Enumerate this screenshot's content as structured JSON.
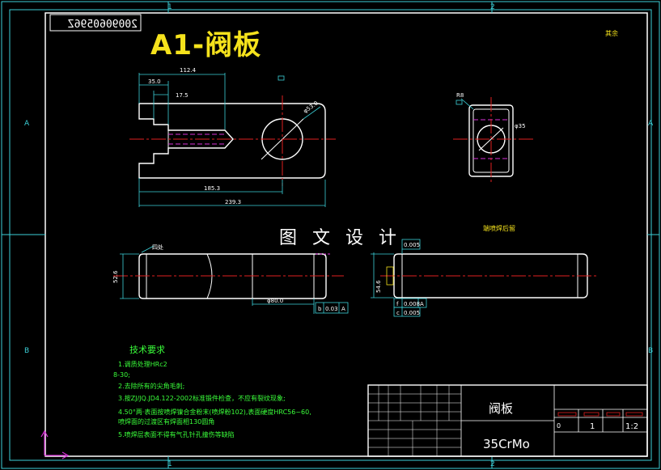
{
  "drawing": {
    "title_banner": "A1-阀板",
    "watermark": "图 文 设 计",
    "drawing_number_mirrored": "2009060596Z",
    "corner_note": "其余",
    "zone_numbers": [
      "1",
      "2"
    ],
    "zone_letters": [
      "A",
      "B"
    ],
    "view_titles": {
      "four_places": "四处",
      "after_weld": "端喷焊后留"
    },
    "dimensions": {
      "d_1124": "112.4",
      "d_350": "35.0",
      "d_175": "17.5",
      "d_1853": "185.3",
      "d_2393": "239.3",
      "dia_530": "φ53.0",
      "r8": "R8",
      "dia_35": "φ35",
      "dia_526": "52.6",
      "dia_800": "φ80.0",
      "dia_546": "54.6"
    },
    "tolerances": {
      "box_005_top": "0.005",
      "runout_b": [
        "b",
        "0.03",
        "A"
      ],
      "flatness_f": [
        "f",
        "0.008",
        "A"
      ],
      "circularity_c": [
        "c",
        "0.005"
      ]
    },
    "tech_requirements": {
      "heading": "技术要求",
      "lines": [
        "1.调质处理HRc2",
        "8-30;",
        "2.去除所有的尖角毛刺;",
        "3.按ZJ/JQ.JD4.122-2002标准锻件检查，不应有裂纹现象;",
        "4.50°两·表面按喷焊镍合金粉末(喷焊粉102),表面硬度HRC56~60,",
        "  喷焊面的过渡区有焊面相130圆角",
        "5.喷焊层表面不得有气孔针孔撞伤等缺陷"
      ]
    },
    "title_block": {
      "part_name": "阀板",
      "material": "35CrMo",
      "quantity": "1",
      "scale": "1:2",
      "small_zero": "0"
    }
  }
}
